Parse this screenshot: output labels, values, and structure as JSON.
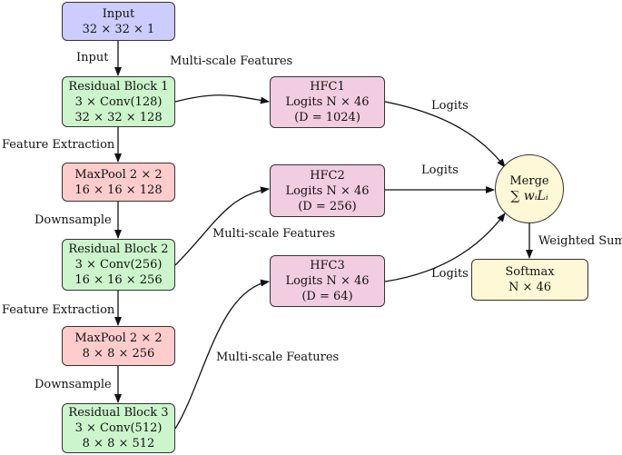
{
  "nodes": {
    "input": {
      "l1": "Input",
      "l2": "32 × 32 × 1"
    },
    "res1": {
      "l1": "Residual Block 1",
      "l2": "3 × Conv(128)",
      "l3": "32 × 32 × 128"
    },
    "pool1": {
      "l1": "MaxPool 2 × 2",
      "l2": "16 × 16 × 128"
    },
    "res2": {
      "l1": "Residual Block 2",
      "l2": "3 × Conv(256)",
      "l3": "16 × 16 × 256"
    },
    "pool2": {
      "l1": "MaxPool 2 × 2",
      "l2": "8 × 8 × 256"
    },
    "res3": {
      "l1": "Residual Block 3",
      "l2": "3 × Conv(512)",
      "l3": "8 × 8 × 512"
    },
    "hfc1": {
      "l1": "HFC1",
      "l2": "Logits N × 46",
      "l3": "(D = 1024)"
    },
    "hfc2": {
      "l1": "HFC2",
      "l2": "Logits N × 46",
      "l3": "(D = 256)"
    },
    "hfc3": {
      "l1": "HFC3",
      "l2": "Logits N × 46",
      "l3": "(D = 64)"
    },
    "merge": {
      "l1": "Merge",
      "l2": "∑ wᵢLᵢ"
    },
    "softmax": {
      "l1": "Softmax",
      "l2": "N × 46"
    }
  },
  "edge_labels": {
    "input_to_res1": "Input",
    "res1_to_hfc1": "Multi-scale Features",
    "res1_to_pool1": "Feature Extraction",
    "pool1_to_res2": "Downsample",
    "res2_to_hfc2": "Multi-scale Features",
    "res2_to_pool2": "Feature Extraction",
    "pool2_to_res3": "Downsample",
    "res3_to_hfc3": "Multi-scale Features",
    "hfc1_to_merge": "Logits",
    "hfc2_to_merge": "Logits",
    "hfc3_to_merge": "Logits",
    "merge_to_softmax": "Weighted Sum"
  },
  "colors": {
    "input": "#ccccff",
    "residual": "#ccf5cc",
    "maxpool": "#ffcccc",
    "hfc": "#f2cce0",
    "merge_softmax": "#fff8d6"
  }
}
